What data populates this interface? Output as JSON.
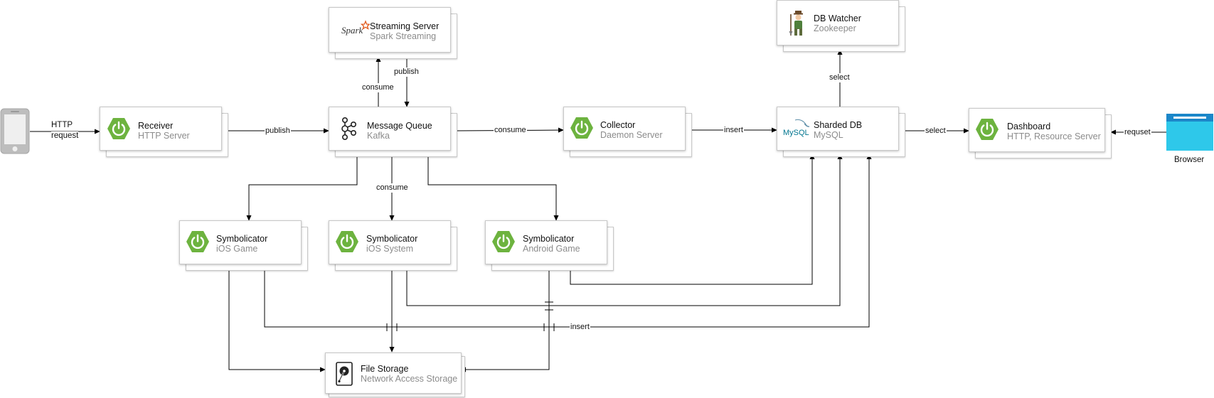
{
  "nodes": {
    "receiver": {
      "title": "Receiver",
      "sub": "HTTP Server",
      "icon": "spring-power-icon"
    },
    "queue": {
      "title": "Message Queue",
      "sub": "Kafka",
      "icon": "kafka-icon"
    },
    "streaming": {
      "title": "Streaming Server",
      "sub": "Spark Streaming",
      "icon": "spark-logo-icon",
      "logo_text": "Spark"
    },
    "collector": {
      "title": "Collector",
      "sub": "Daemon Server",
      "icon": "spring-power-icon"
    },
    "sharded_db": {
      "title": "Sharded DB",
      "sub": "MySQL",
      "icon": "mysql-logo-icon",
      "logo_text": "MySQL"
    },
    "db_watcher": {
      "title": "DB Watcher",
      "sub": "Zookeeper",
      "icon": "zookeeper-icon"
    },
    "dashboard": {
      "title": "Dashboard",
      "sub": "HTTP, Resource Server",
      "icon": "spring-power-icon"
    },
    "sym_ios_game": {
      "title": "Symbolicator",
      "sub": "iOS Game",
      "icon": "spring-power-icon"
    },
    "sym_ios_system": {
      "title": "Symbolicator",
      "sub": "iOS System",
      "icon": "spring-power-icon"
    },
    "sym_android_game": {
      "title": "Symbolicator",
      "sub": "Android Game",
      "icon": "spring-power-icon"
    },
    "file_storage": {
      "title": "File Storage",
      "sub": "Network Access Storage",
      "icon": "hard-drive-icon"
    }
  },
  "labels": {
    "http": "HTTP",
    "request": "request",
    "publish_receiver": "publish",
    "consume_streaming": "consume",
    "publish_streaming": "publish",
    "consume_collector": "consume",
    "consume_symbolicators": "consume",
    "insert_collector": "insert",
    "select_watcher": "select",
    "select_dashboard": "select",
    "requset": "requset",
    "insert_symbolicators": "insert",
    "browser": "Browser"
  },
  "colors": {
    "spring_green": "#6db33f",
    "browser_blue": "#2ec8ea",
    "browser_bar": "#1b87c9",
    "phone_gray": "#bdbdbd",
    "line": "#000000",
    "card_border": "#c8c8c8",
    "sub_text": "#8c8c8c"
  }
}
